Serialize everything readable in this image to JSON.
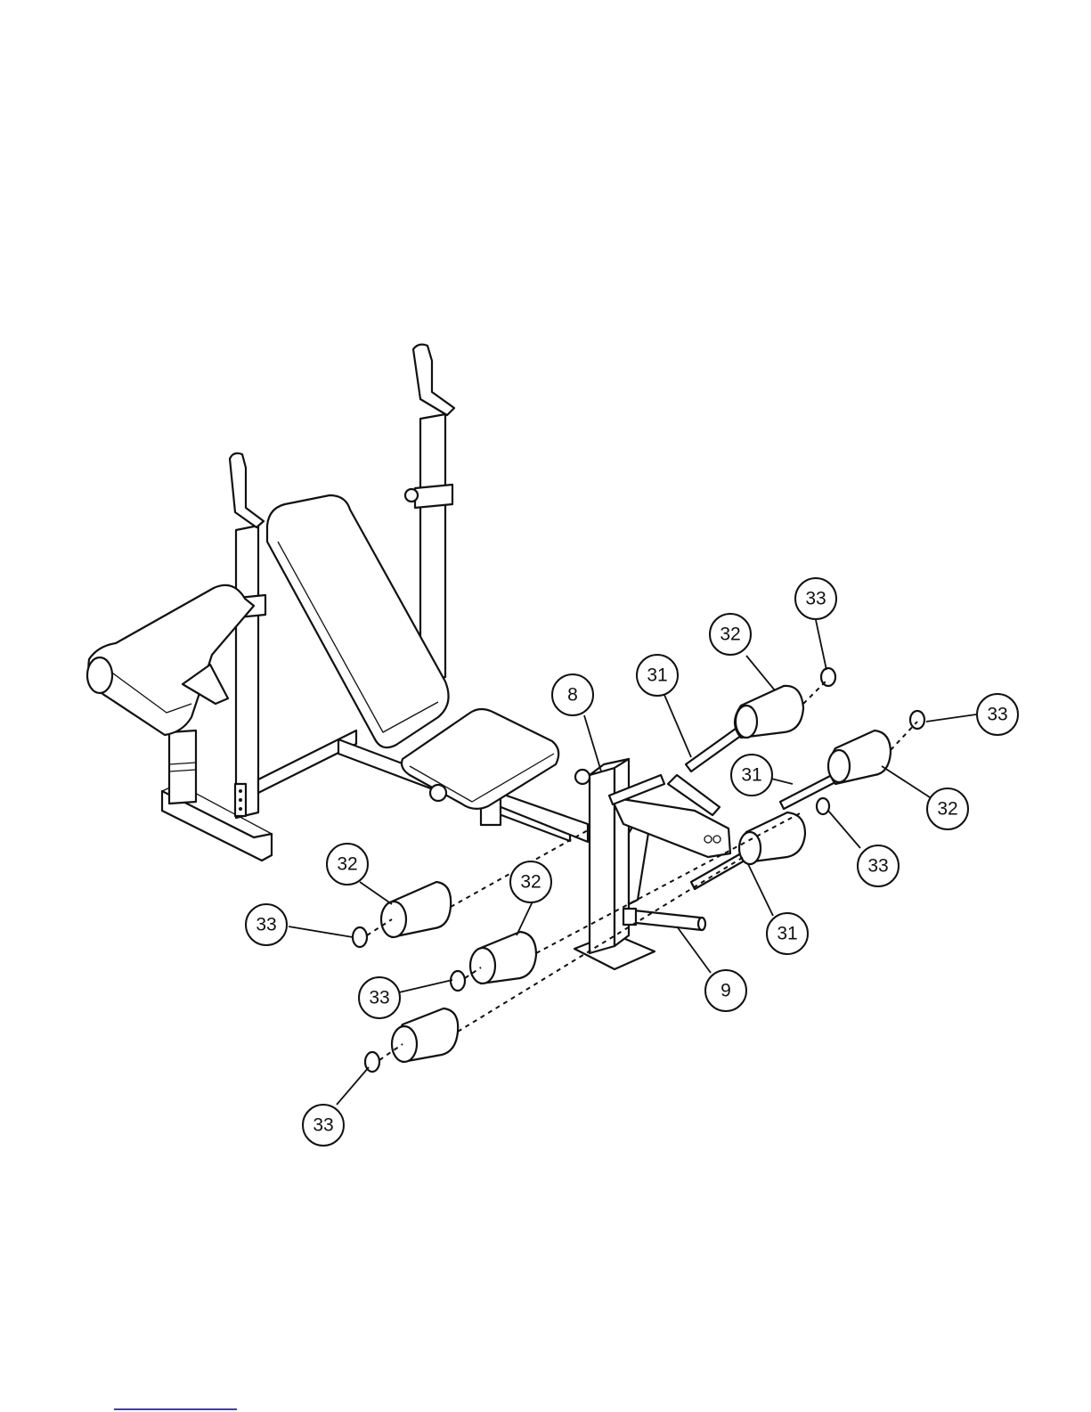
{
  "callouts": {
    "c1": "33",
    "c2": "32",
    "c3": "31",
    "c4": "8",
    "c5": "33",
    "c6": "31",
    "c7": "32",
    "c8": "33",
    "c9": "31",
    "c10": "32",
    "c11": "32",
    "c12": "33",
    "c13": "33",
    "c14": "9",
    "c15": "33"
  },
  "colors": {
    "line": "#111111",
    "background": "#ffffff",
    "footer_rule": "#3a3ad6"
  }
}
